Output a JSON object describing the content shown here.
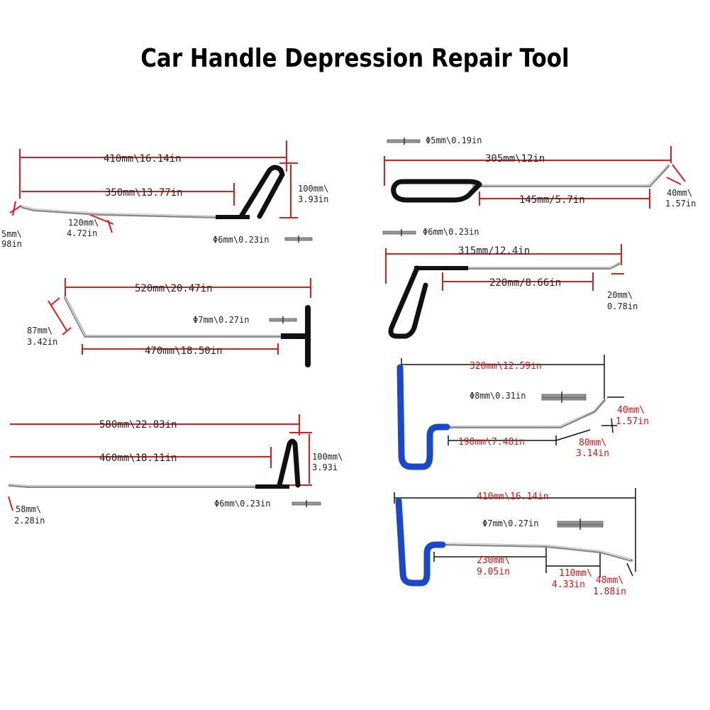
{
  "title": "Car Handle Depression Repair Tool",
  "colors": {
    "dimension_line": "#e21b1b",
    "rod": "#8a8a8a",
    "handle_black": "#111111",
    "handle_blue": "#1b47c9"
  },
  "tools": [
    {
      "id": "tool1",
      "handle": "black",
      "labels": {
        "overall": "410mm\\16.14in",
        "inner": "350mm\\13.77in",
        "tip_len_mm": "120mm\\",
        "tip_len_in": "4.72in",
        "height_mm": "100mm\\",
        "height_in": "3.93in",
        "left_mm": "5mm\\",
        "left_in": "98in",
        "diameter": "Φ6mm\\0.23in"
      }
    },
    {
      "id": "tool2",
      "handle": "black",
      "labels": {
        "overall": "520mm\\20.47in",
        "inner": "470mm\\18.50in",
        "height_mm": "87mm\\",
        "height_in": "3.42in",
        "diameter": "Φ7mm\\0.27in"
      }
    },
    {
      "id": "tool3",
      "handle": "black",
      "labels": {
        "overall": "580mm\\22.83in",
        "inner": "460mm\\18.11in",
        "height_mm": "100mm\\",
        "height_in": "3.93i",
        "tip_mm": "58mm\\",
        "tip_in": "2.28in",
        "diameter": "Φ6mm\\0.23in"
      }
    },
    {
      "id": "tool4",
      "handle": "black",
      "labels": {
        "diameter": "Φ5mm\\0.19in",
        "overall": "305mm\\12in",
        "inner": "145mm/5.7in",
        "tip_mm": "40mm\\",
        "tip_in": "1.57in"
      }
    },
    {
      "id": "tool5",
      "handle": "black",
      "labels": {
        "diameter": "Φ6mm\\0.23in",
        "overall": "315mm/12.4in",
        "inner": "220mm/8.66in",
        "tip_mm": "20mm\\",
        "tip_in": "0.78in"
      }
    },
    {
      "id": "tool6",
      "handle": "blue",
      "labels": {
        "overall": "320mm\\12.59in",
        "diameter": "Φ8mm\\0.31in",
        "tip_mm": "40mm\\",
        "tip_in": "1.57in",
        "inner": "190mm\\7.48in",
        "seg_mm": "80mm\\",
        "seg_in": "3.14in"
      }
    },
    {
      "id": "tool7",
      "handle": "blue",
      "labels": {
        "overall": "410mm\\16.14in",
        "diameter": "Φ7mm\\0.27in",
        "seg1_mm": "230mm\\",
        "seg1_in": "9.05in",
        "seg2_mm": "110mm\\",
        "seg2_in": "4.33in",
        "tip_mm": "48mm\\",
        "tip_in": "1.88in"
      }
    }
  ]
}
